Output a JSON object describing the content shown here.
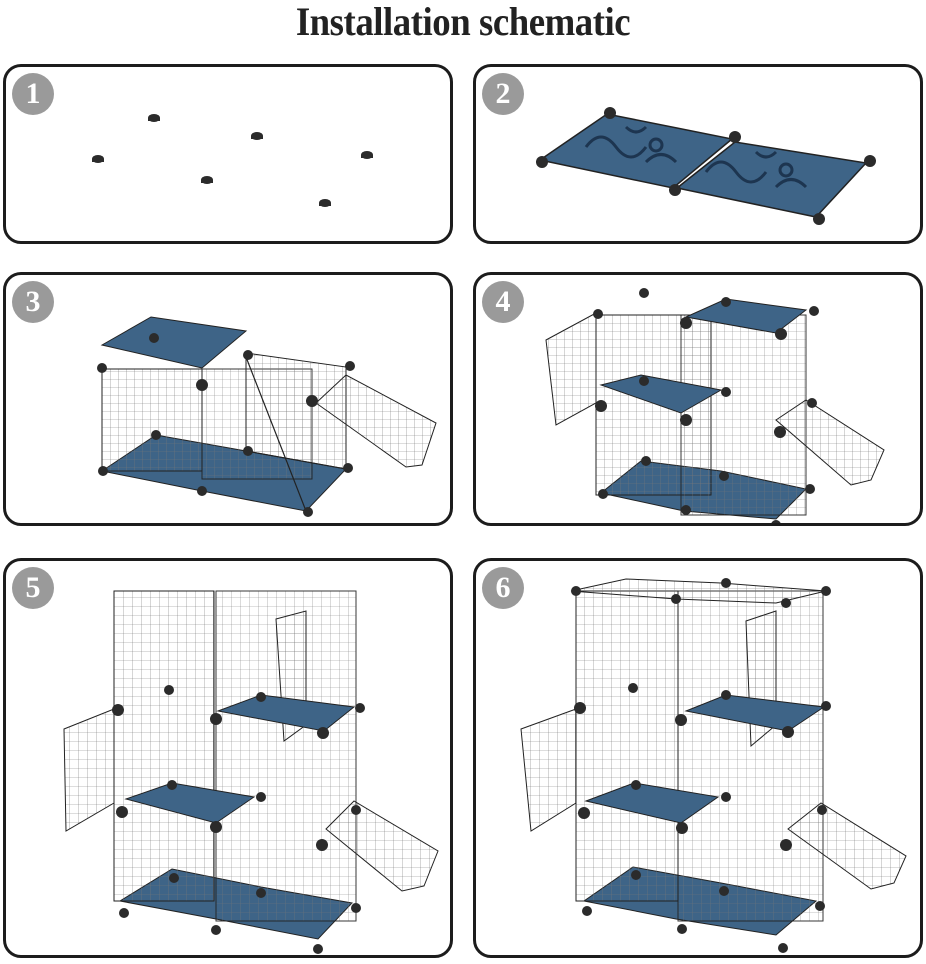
{
  "title": "Installation schematic",
  "colors": {
    "panel_border": "#1c1c1c",
    "badge_bg": "#9a9a9a",
    "badge_text": "#ffffff",
    "mat_blue": "#3e6487",
    "mat_pattern": "#1d3550",
    "wire": "#2a2a2a",
    "connector": "#2b2b2b"
  },
  "steps": [
    {
      "number": "1",
      "description": "Six connector feet laid out"
    },
    {
      "number": "2",
      "description": "Two blue patterned floor panels joined with connectors"
    },
    {
      "number": "3",
      "description": "First level: wire grid walls, top shelf, ramp and open door"
    },
    {
      "number": "4",
      "description": "Second level added with shelf, ramp and side doors"
    },
    {
      "number": "5",
      "description": "Third level wall panels added"
    },
    {
      "number": "6",
      "description": "Top grid panel added to complete the cage"
    }
  ]
}
